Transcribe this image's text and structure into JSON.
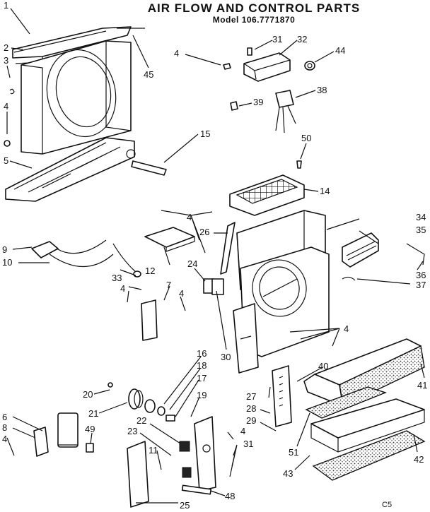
{
  "title": "AIR FLOW AND CONTROL PARTS",
  "model_line": "Model 106.7771870",
  "footer_code": "C5",
  "callouts": {
    "c1": "1",
    "c2": "2",
    "c3": "3",
    "c4a": "4",
    "c5": "5",
    "c45": "45",
    "c15": "15",
    "c4b": "4",
    "c31a": "31",
    "c32": "32",
    "c44": "44",
    "c39": "39",
    "c38": "38",
    "c50": "50",
    "c14": "14",
    "c4c": "4",
    "c26": "26",
    "c34": "34",
    "c35": "35",
    "c36": "36",
    "c37": "37",
    "c9": "9",
    "c10": "10",
    "c33": "33",
    "c12": "12",
    "c7": "7",
    "c4d": "4",
    "c24": "24",
    "c4e": "4",
    "c30": "30",
    "c4f": "4",
    "c16": "16",
    "c18": "18",
    "c17": "17",
    "c20": "20",
    "c21": "21",
    "c19": "19",
    "c6": "6",
    "c8": "8",
    "c4g": "4",
    "c49": "49",
    "c22": "22",
    "c23": "23",
    "c27": "27",
    "c28": "28",
    "c4h": "4",
    "c29": "29",
    "c31b": "31",
    "c11": "11",
    "c25": "25",
    "c48": "48",
    "c40": "40",
    "c41": "41",
    "c51": "51",
    "c43": "43",
    "c42": "42"
  }
}
